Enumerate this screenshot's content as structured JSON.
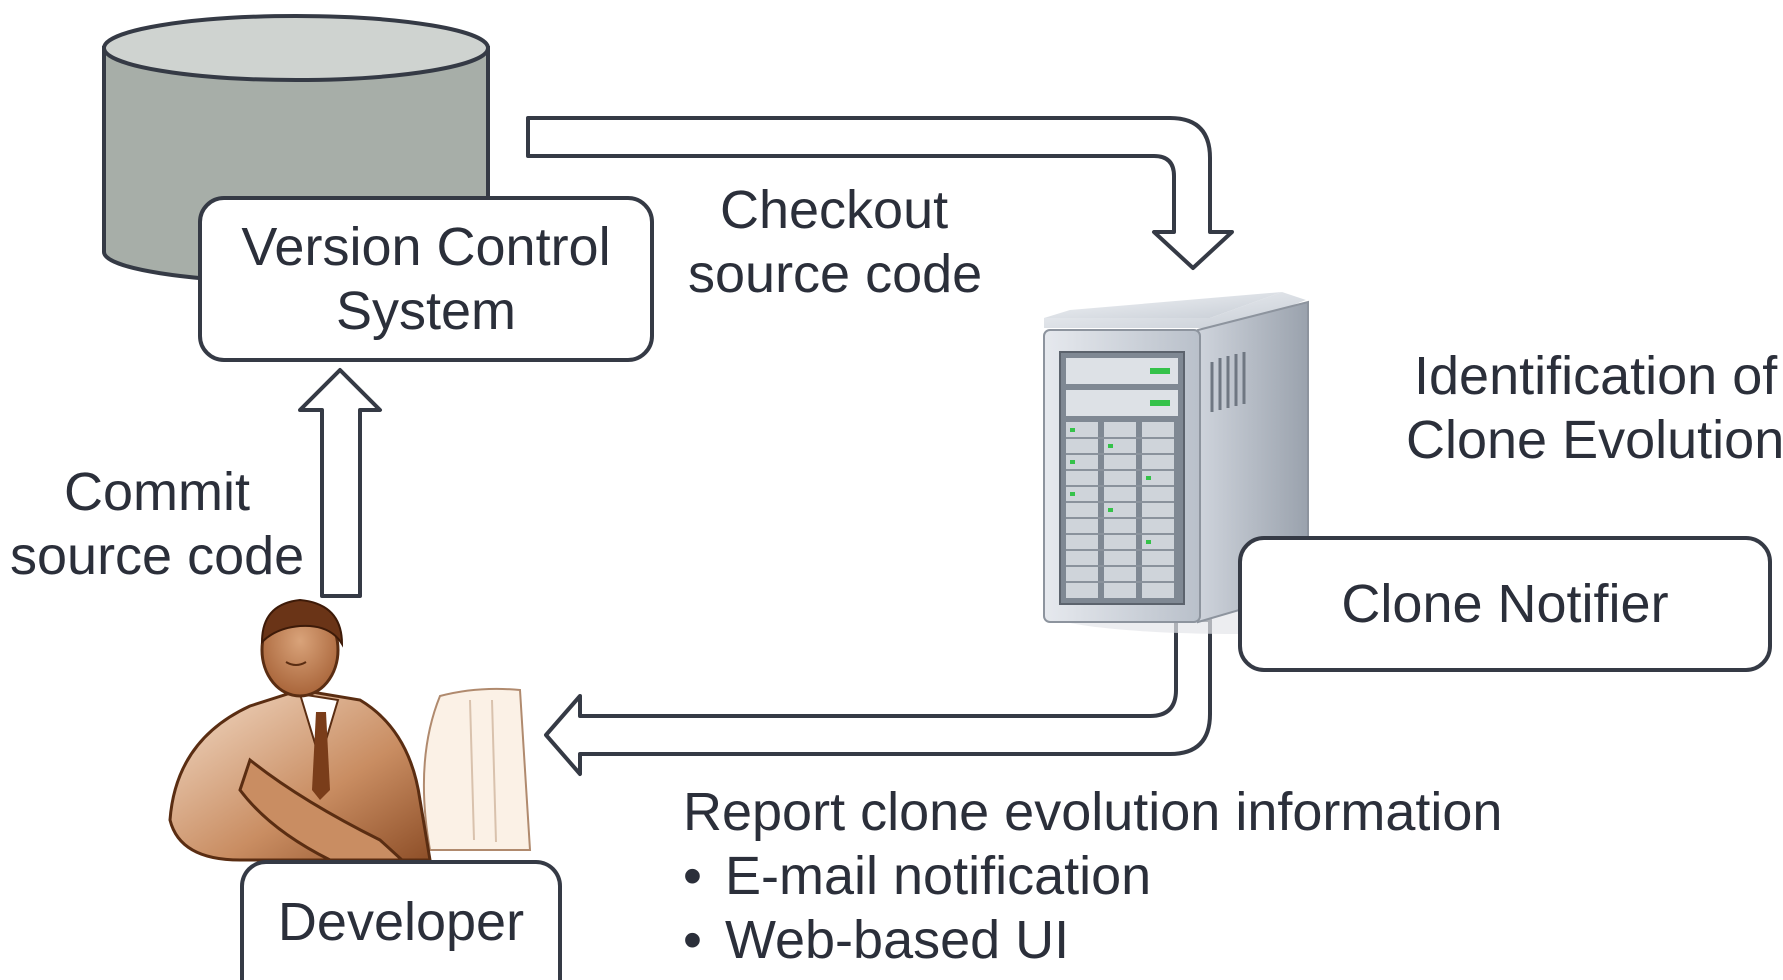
{
  "nodes": {
    "vcs": {
      "line1": "Version Control",
      "line2": "System"
    },
    "clone_notifier": "Clone Notifier",
    "developer": "Developer"
  },
  "edges": {
    "checkout": {
      "line1": "Checkout",
      "line2": "source code"
    },
    "commit": {
      "line1": "Commit",
      "line2": "source code"
    },
    "report": {
      "title": "Report clone evolution information",
      "bullets": [
        "E-mail notification",
        "Web-based UI"
      ]
    }
  },
  "annotations": {
    "identification": {
      "line1": "Identification of",
      "line2": "Clone Evolution"
    }
  },
  "colors": {
    "outline": "#353a45",
    "database_fill": "#a7aea8",
    "database_top": "#cfd3d0",
    "server_body": "#c9ced6",
    "text": "#2b2f3a"
  }
}
